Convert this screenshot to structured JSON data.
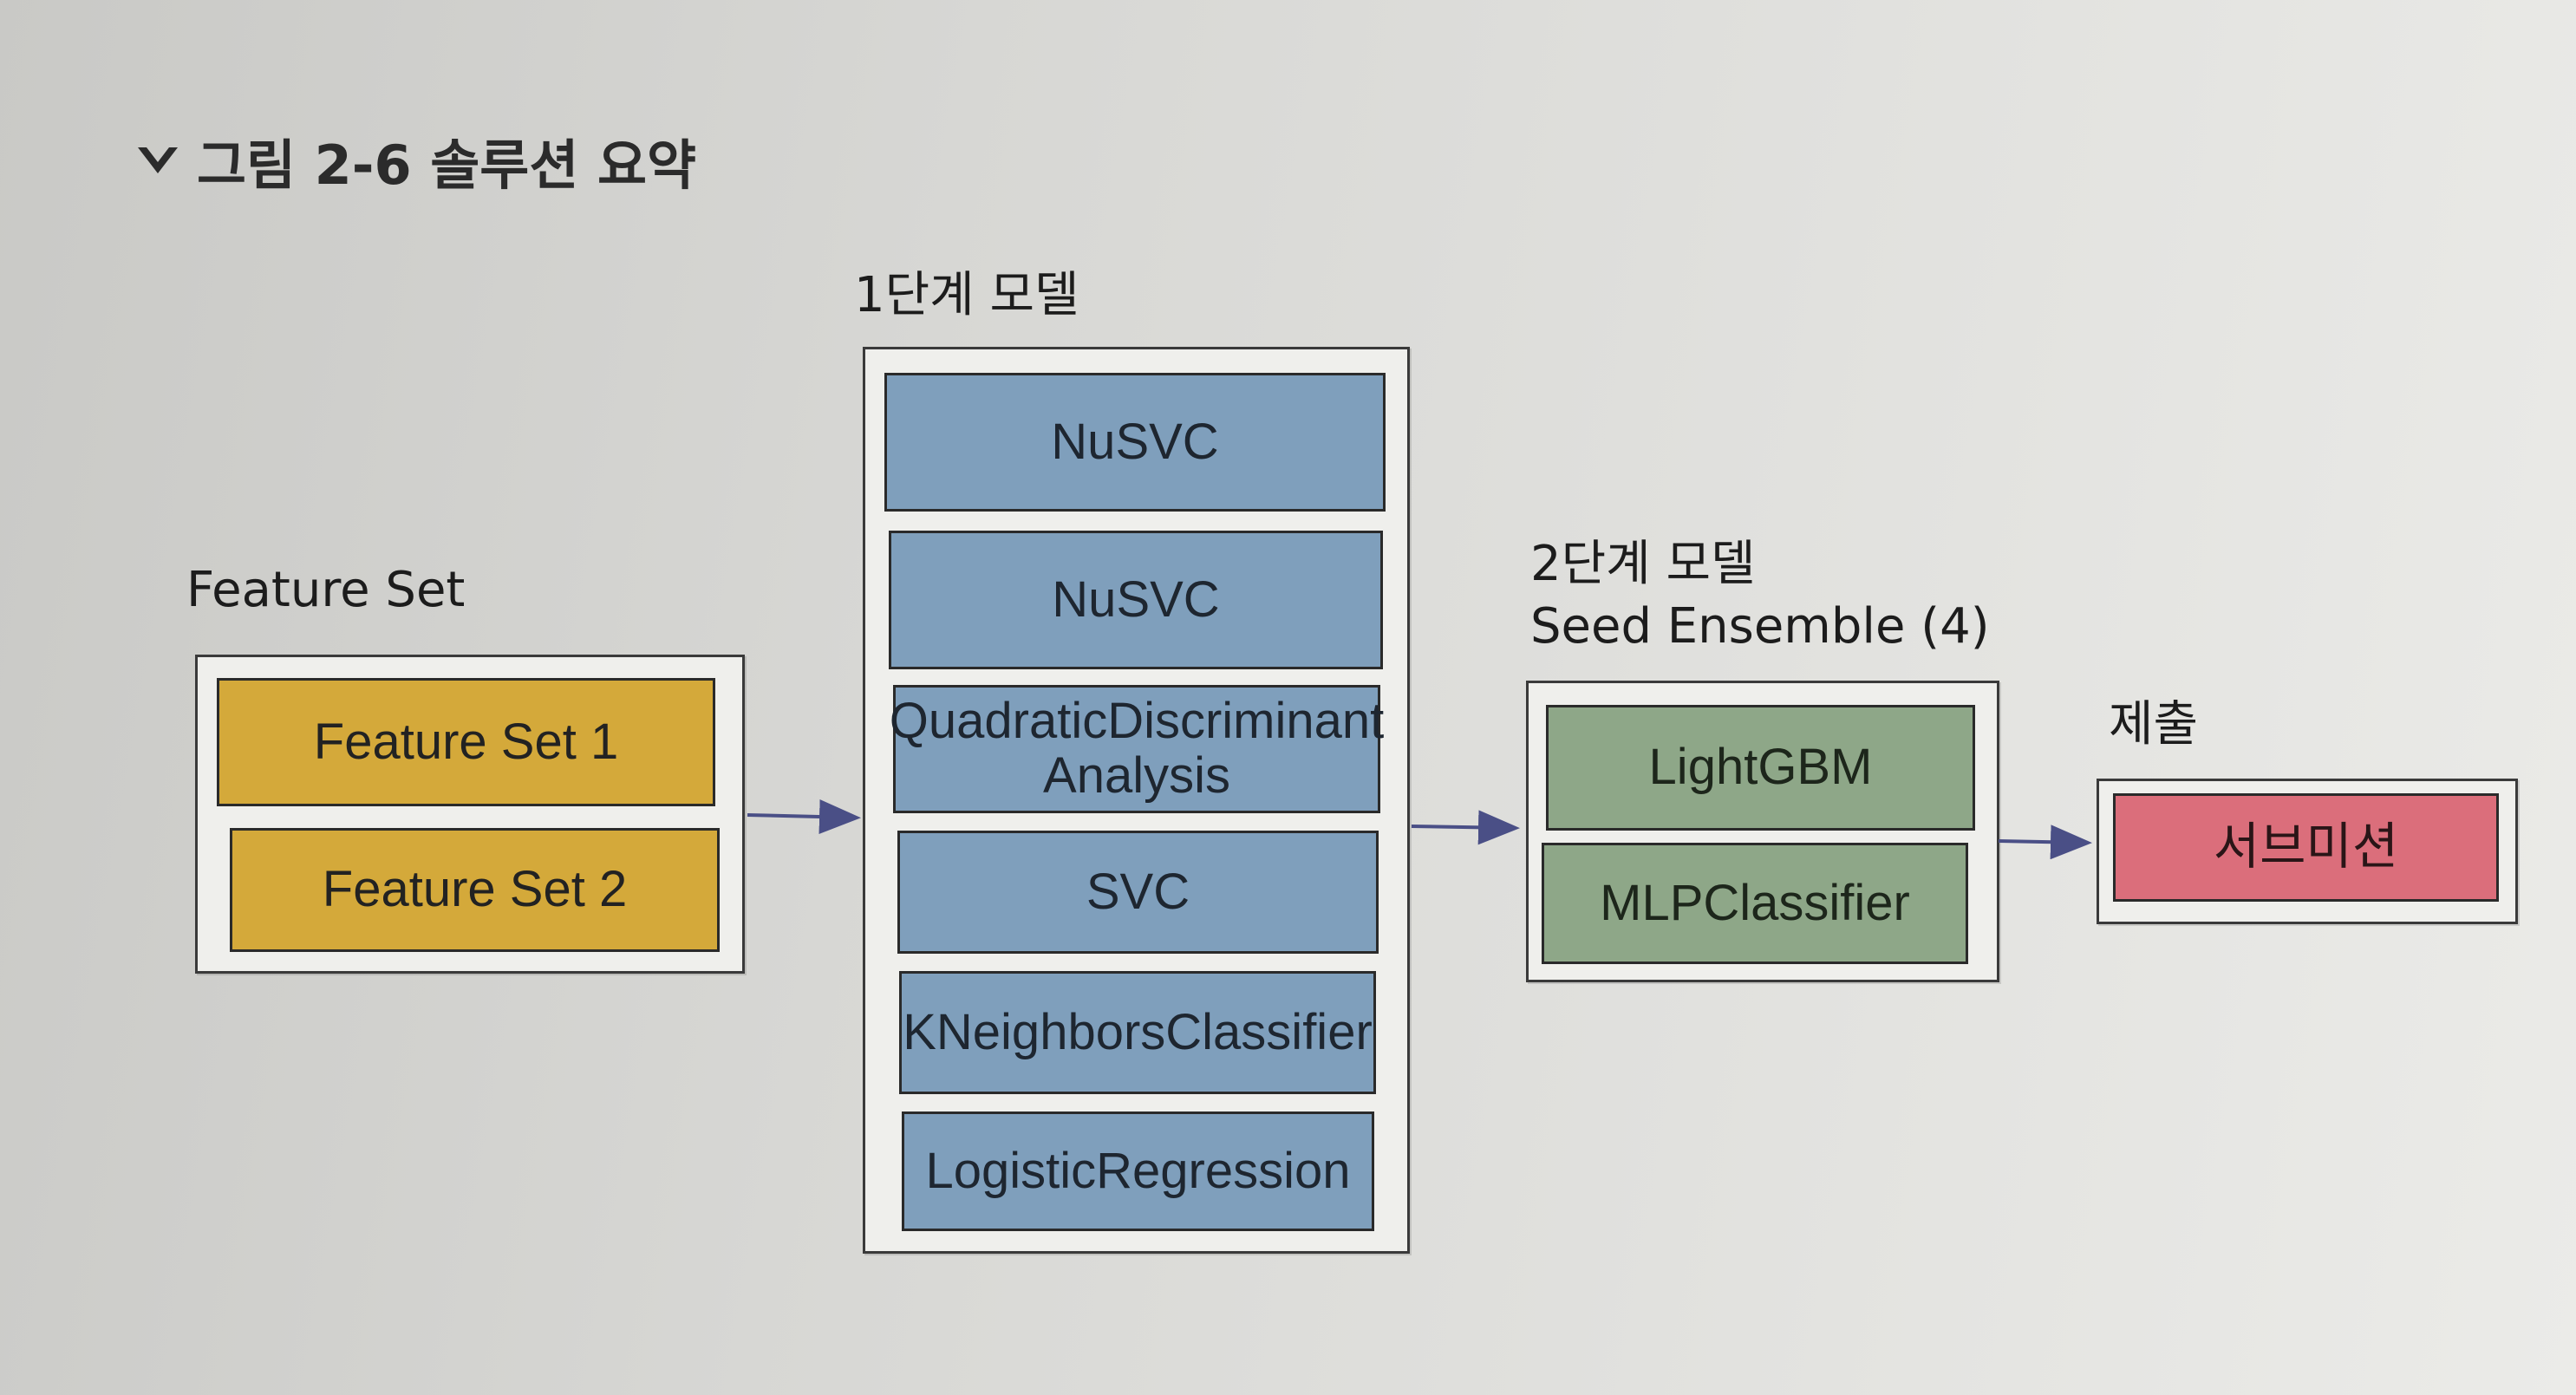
{
  "caption": {
    "icon": "chevron-down-icon",
    "text": "그림 2-6 솔루션 요약"
  },
  "feature_set": {
    "title": "Feature Set",
    "items": [
      "Feature Set 1",
      "Feature Set 2"
    ]
  },
  "stage1": {
    "title": "1단계 모델",
    "models": [
      "NuSVC",
      "NuSVC",
      "QuadraticDiscriminant\nAnalysis",
      "SVC",
      "KNeighborsClassifier",
      "LogisticRegression"
    ]
  },
  "stage2": {
    "title": "2단계 모델",
    "subtitle": "Seed Ensemble (4)",
    "models": [
      "LightGBM",
      "MLPClassifier"
    ]
  },
  "submission": {
    "title": "제출",
    "label": "서브미션"
  },
  "colors": {
    "feature": "#d4a93a",
    "stage1": "#7f9fbc",
    "stage2": "#8ea788",
    "submission": "#db6e7b",
    "arrow": "#4a4f86"
  }
}
